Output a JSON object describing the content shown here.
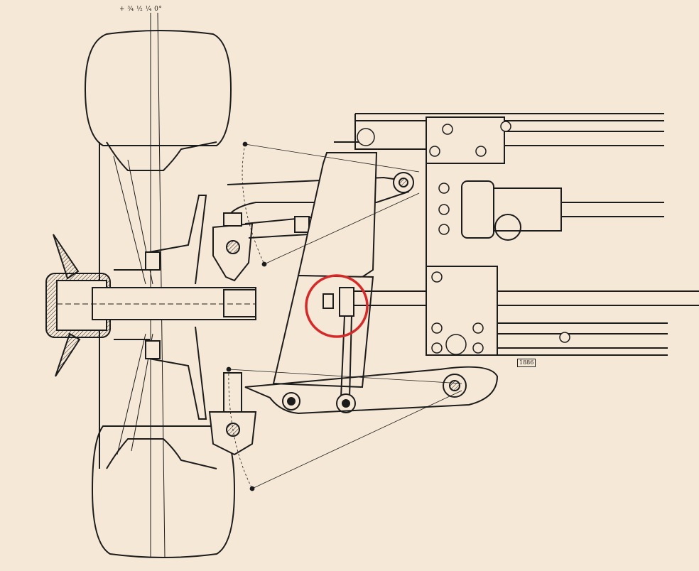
{
  "diagram": {
    "reference_number": "1886",
    "camber_scale": "+ ¾ ½ ¼ 0°",
    "colors": {
      "paper": "#f6e8d6",
      "ink": "#1c1c1c",
      "highlight": "#d42a2a"
    },
    "components": {
      "tyre": "tyre-icon",
      "wheel_rim": "wheel-rim-icon",
      "hub": "hub-icon",
      "knock_off_spinner": "spinner-icon",
      "brake_drum": "brake-drum-icon",
      "upper_ball_joint": "ball-joint-icon",
      "lower_ball_joint": "ball-joint-icon",
      "damper": "damper-icon",
      "upper_wishbone": "wishbone-icon",
      "lower_wishbone": "wishbone-icon",
      "anti_roll_bar_link": "drop-link-icon",
      "chassis_frame": "chassis-icon",
      "steering_rack": "rack-icon"
    },
    "highlight_mark": "circle-mark"
  }
}
